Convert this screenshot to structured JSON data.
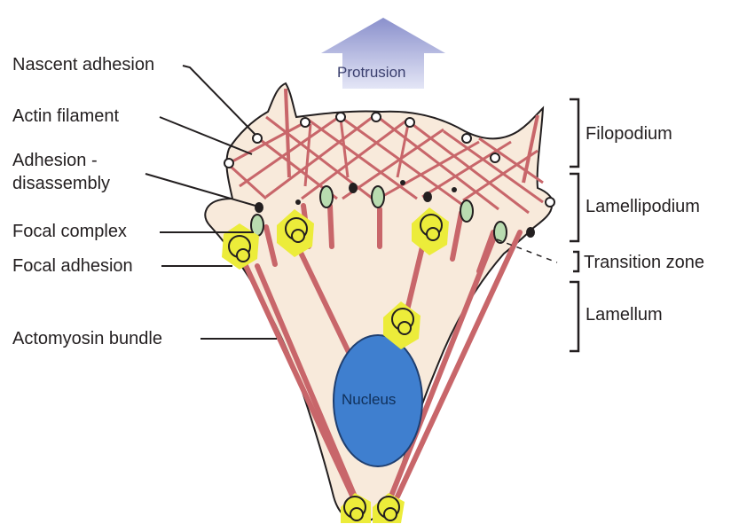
{
  "diagram": {
    "protrusion_label": "Protrusion",
    "nucleus_label": "Nucleus",
    "left_labels": {
      "nascent_adhesion": "Nascent adhesion",
      "actin_filament": "Actin filament",
      "adhesion_disassembly_line1": "Adhesion -",
      "adhesion_disassembly_line2": "disassembly",
      "focal_complex": "Focal complex",
      "focal_adhesion": "Focal adhesion",
      "actomyosin_bundle": "Actomyosin bundle"
    },
    "right_labels": {
      "filopodium": "Filopodium",
      "lamellipodium": "Lamellipodium",
      "transition_zone": "Transition zone",
      "lamellum": "Lamellum"
    },
    "colors": {
      "cell_fill": "#f8eadb",
      "actin": "#c8666a",
      "nucleus": "#3f7fcf",
      "focal_highlight": "#ecec3a",
      "nascent_fill": "#b9dcb0",
      "arrow": "#9aa0d2"
    }
  }
}
